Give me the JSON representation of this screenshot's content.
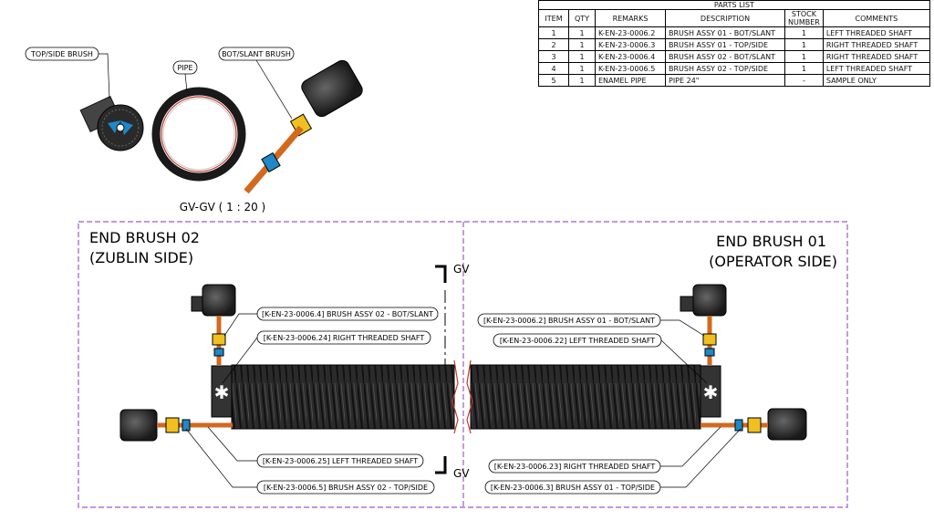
{
  "parts_list": {
    "title": "PARTS LIST",
    "headers": {
      "item": "ITEM",
      "qty": "QTY",
      "remarks": "REMARKS",
      "description": "DESCRIPTION",
      "stock": "STOCK NUMBER",
      "comments": "COMMENTS"
    },
    "rows": [
      {
        "item": "1",
        "qty": "1",
        "remarks": "K-EN-23-0006.2",
        "description": "BRUSH ASSY 01 - BOT/SLANT",
        "stock": "1",
        "comments": "LEFT THREADED SHAFT"
      },
      {
        "item": "2",
        "qty": "1",
        "remarks": "K-EN-23-0006.3",
        "description": "BRUSH ASSY 01 - TOP/SIDE",
        "stock": "1",
        "comments": "RIGHT THREADED SHAFT"
      },
      {
        "item": "3",
        "qty": "1",
        "remarks": "K-EN-23-0006.4",
        "description": "BRUSH ASSY 02 - BOT/SLANT",
        "stock": "1",
        "comments": "RIGHT THREADED SHAFT"
      },
      {
        "item": "4",
        "qty": "1",
        "remarks": "K-EN-23-0006.5",
        "description": "BRUSH ASSY 02 - TOP/SIDE",
        "stock": "1",
        "comments": "LEFT THREADED SHAFT"
      },
      {
        "item": "5",
        "qty": "1",
        "remarks": "ENAMEL PIPE",
        "description": "PIPE 24\"",
        "stock": "-",
        "comments": "SAMPLE ONLY"
      }
    ]
  },
  "section_view": {
    "label_top_side": "TOP/SIDE BRUSH",
    "label_pipe": "PIPE",
    "label_bot_slant": "BOT/SLANT BRUSH",
    "caption": "GV-GV ( 1 : 20 )"
  },
  "main_view": {
    "left_title_1": "END BRUSH 02",
    "left_title_2": "(ZUBLIN SIDE)",
    "right_title_1": "END BRUSH 01",
    "right_title_2": "(OPERATOR SIDE)",
    "section_mark_top": "GV",
    "section_mark_bottom": "GV",
    "callouts": {
      "l1": "[K-EN-23-0006.4] BRUSH ASSY 02 - BOT/SLANT",
      "l2": "[K-EN-23-0006.24] RIGHT THREADED SHAFT",
      "l3": "[K-EN-23-0006.25] LEFT THREADED SHAFT",
      "l4": "[K-EN-23-0006.5] BRUSH ASSY 02 - TOP/SIDE",
      "r1": "[K-EN-23-0006.2] BRUSH ASSY 01 - BOT/SLANT",
      "r2": "[K-EN-23-0006.22] LEFT THREADED SHAFT",
      "r3": "[K-EN-23-0006.23] RIGHT THREADED SHAFT",
      "r4": "[K-EN-23-0006.3] BRUSH ASSY 01 - TOP/SIDE"
    }
  },
  "colors": {
    "frame": "#9b59d0",
    "shaft": "#d2691e",
    "coupling": "#f0c020",
    "brush": "#2a2a2a",
    "pipe_ring": "#c0392b",
    "centre": "#1e88c8"
  }
}
